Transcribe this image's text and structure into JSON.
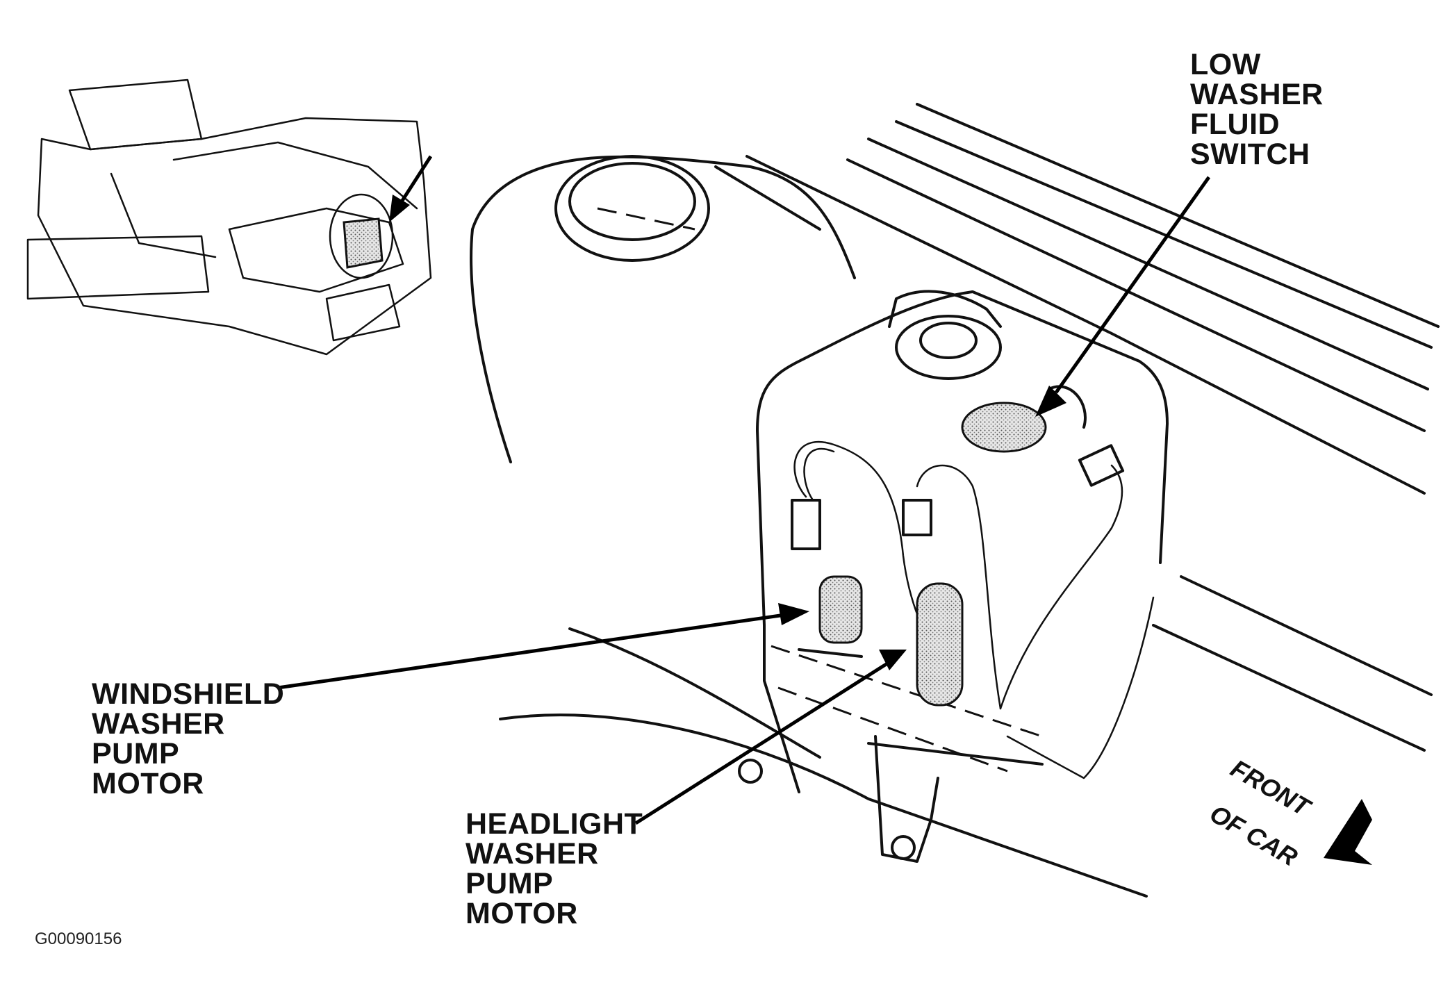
{
  "labels": {
    "low_washer_fluid_switch": [
      "LOW",
      "WASHER",
      "FLUID",
      "SWITCH"
    ],
    "windshield_washer_pump_motor": [
      "WINDSHIELD",
      "WASHER",
      "PUMP",
      "MOTOR"
    ],
    "headlight_washer_pump_motor": [
      "HEADLIGHT",
      "WASHER",
      "PUMP",
      "MOTOR"
    ],
    "front_of_car": [
      "FRONT",
      "OF CAR"
    ]
  },
  "figure_id": "G00090156",
  "icons": {
    "pointer": "arrow-icon",
    "direction": "front-direction-arrow-icon"
  },
  "colors": {
    "ink": "#111111",
    "background": "#ffffff"
  }
}
